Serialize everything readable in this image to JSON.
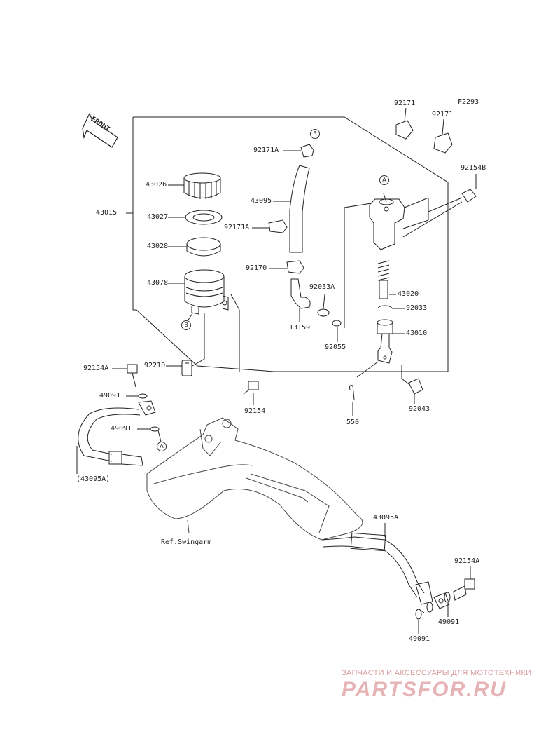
{
  "diagram_code": "F2293",
  "front_label": "FRONT",
  "parts": {
    "p43026": "43026",
    "p43015": "43015",
    "p43027": "43027",
    "p43028": "43028",
    "p43078": "43078",
    "p92210": "92210",
    "p92154A_upper": "92154A",
    "p49091_upper1": "49091",
    "p49091_upper2": "49091",
    "p43095A_ref": "(43095A)",
    "p92171A_top": "92171A",
    "p43095": "43095",
    "p92171A_mid": "92171A",
    "p92170": "92170",
    "p92033A": "92033A",
    "p13159": "13159",
    "p92055": "92055",
    "p92154": "92154",
    "p92171_a": "92171",
    "p92171_b": "92171",
    "p92154B": "92154B",
    "p43020": "43020",
    "p92033": "92033",
    "p43010": "43010",
    "p550": "550",
    "p92043": "92043",
    "p43095A": "43095A",
    "p92154A_lower": "92154A",
    "p49091_lower1": "49091",
    "p49091_lower2": "49091",
    "ref_swingarm": "Ref.Swingarm"
  },
  "callouts": {
    "a1": "A",
    "a2": "A",
    "b1": "B",
    "b2": "B"
  },
  "watermark": {
    "tagline": "ЗАПЧАСТИ И АКСЕССУАРЫ ДЛЯ МОТОТЕХНИКИ",
    "logo": "PARTSFOR.RU"
  }
}
